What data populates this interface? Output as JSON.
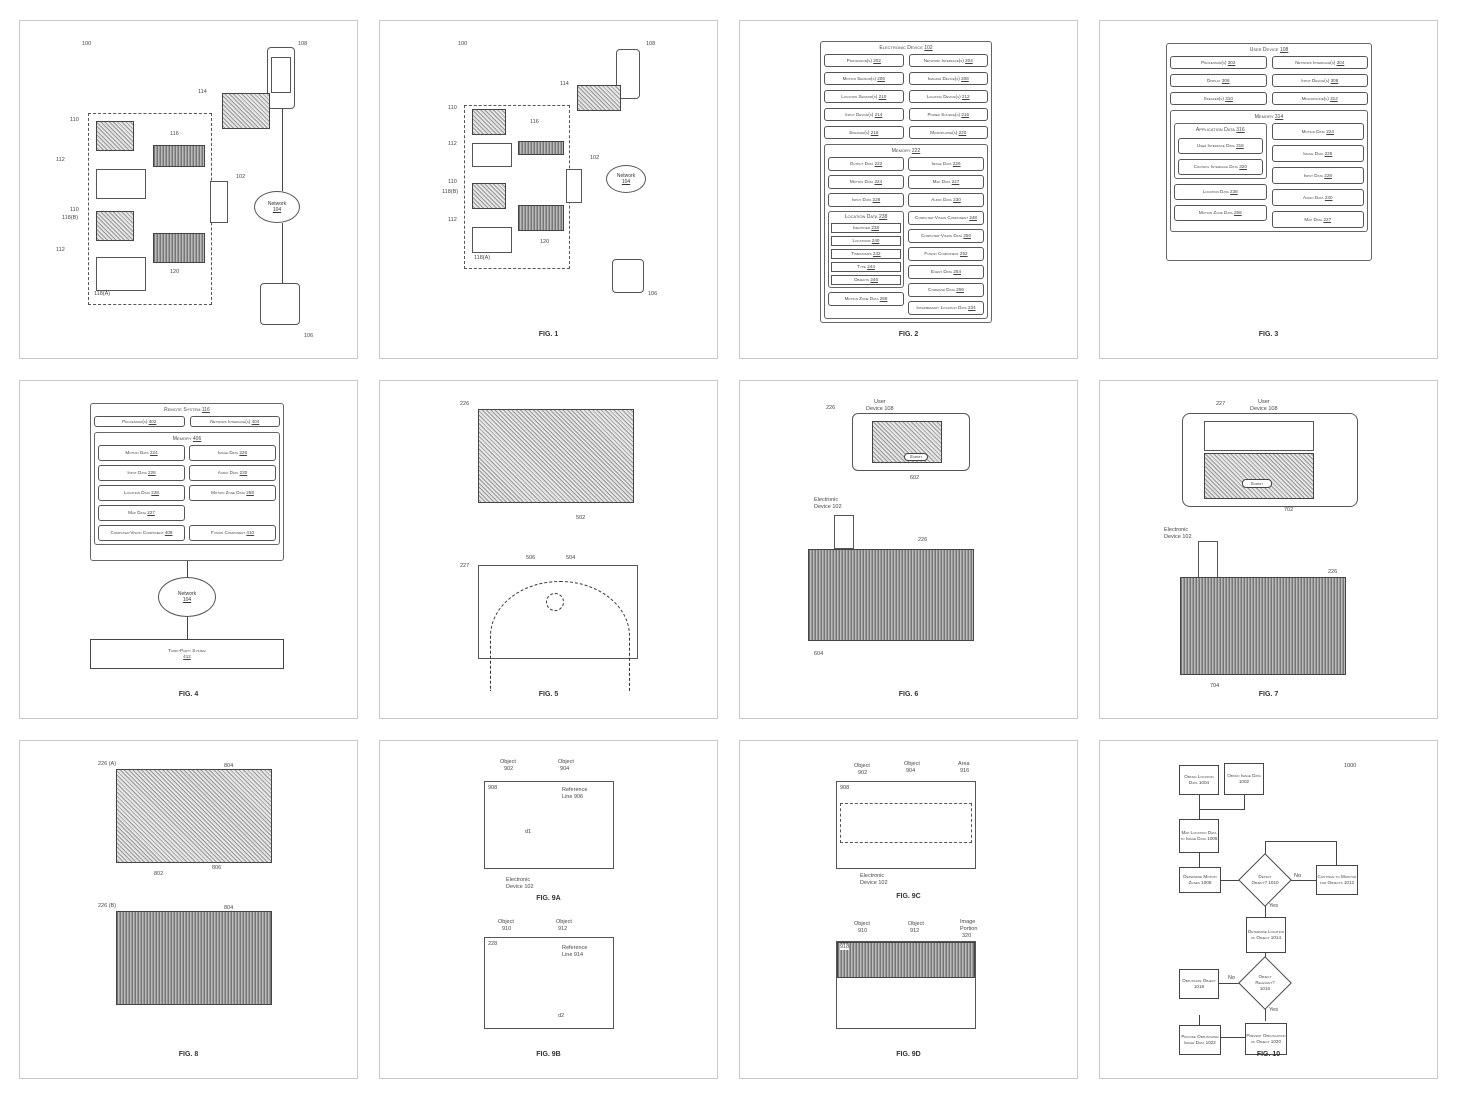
{
  "figures": {
    "fig1a": {
      "caption": "",
      "labels": [
        "100",
        "108",
        "114",
        "110",
        "116",
        "112",
        "102",
        "110",
        "118(B)",
        "Network",
        "104",
        "112",
        "118(A)",
        "120",
        "106"
      ]
    },
    "fig1": {
      "caption": "FIG. 1",
      "labels": [
        "100",
        "108",
        "114",
        "110",
        "116",
        "112",
        "102",
        "110",
        "118(B)",
        "Network",
        "104",
        "112",
        "118(A)",
        "120",
        "106"
      ]
    },
    "fig2": {
      "caption": "FIG. 2",
      "title": "Electronic Device",
      "title_num": "102",
      "components": [
        [
          "Processor(s)",
          "202"
        ],
        [
          "Network Interface(s)",
          "204"
        ],
        [
          "Motion Sensor(s)",
          "206"
        ],
        [
          "Imaging Device(s)",
          "208"
        ],
        [
          "Location Sensor(s)",
          "210"
        ],
        [
          "Lighting Device(s)",
          "212"
        ],
        [
          "Input Device(s)",
          "214"
        ],
        [
          "Power Source(s)",
          "216"
        ],
        [
          "Speaker(s)",
          "218"
        ],
        [
          "Microphone(s)",
          "220"
        ]
      ],
      "memory": "Memory",
      "memory_num": "222",
      "left": [
        [
          "Output Data",
          "222"
        ],
        [
          "Motion Data",
          "224"
        ],
        [
          "Input Data",
          "228"
        ]
      ],
      "location": "Location Data",
      "location_num": "238",
      "location_items": [
        [
          "Identifier",
          "238"
        ],
        [
          "Locations",
          "240"
        ],
        [
          "Timestamps",
          "242"
        ],
        [
          "Type",
          "244"
        ],
        [
          "Objects",
          "246"
        ]
      ],
      "left_bottom": [
        [
          "Motion Zone Data",
          "258"
        ]
      ],
      "right": [
        [
          "Image Data",
          "226"
        ],
        [
          "Map Data",
          "227"
        ],
        [
          "Audio Data",
          "230"
        ],
        [
          "Computer-Vision Component",
          "248"
        ],
        [
          "Computer-Vision Data",
          "250"
        ],
        [
          "Fusion Component",
          "252"
        ],
        [
          "Event Data",
          "254"
        ],
        [
          "Command Data",
          "256"
        ],
        [
          "Intermediary Location Data",
          "234"
        ]
      ]
    },
    "fig3": {
      "caption": "FIG. 3",
      "title": "User Device",
      "title_num": "108",
      "components": [
        [
          "Processor(s)",
          "302"
        ],
        [
          "Network Interface(s)",
          "304"
        ],
        [
          "Display",
          "306"
        ],
        [
          "Input Device(s)",
          "308"
        ],
        [
          "Speaker(s)",
          "310"
        ],
        [
          "Microphone(s)",
          "312"
        ]
      ],
      "memory": "Memory",
      "memory_num": "314",
      "app": "Application Data",
      "app_num": "316",
      "app_items": [
        [
          "User Interface Data",
          "318"
        ],
        [
          "Control Interface Data",
          "320"
        ]
      ],
      "left": [
        [
          "Location Data",
          "238"
        ],
        [
          "Motion Zone Data",
          "258"
        ]
      ],
      "right": [
        [
          "Motion Data",
          "224"
        ],
        [
          "Image Data",
          "226"
        ],
        [
          "Input Data",
          "228"
        ],
        [
          "Audio Data",
          "230"
        ],
        [
          "Map Data",
          "227"
        ]
      ]
    },
    "fig4": {
      "caption": "FIG. 4",
      "title": "Remote System",
      "title_num": "116",
      "components": [
        [
          "Processor(s)",
          "402"
        ],
        [
          "Network Interface(s)",
          "404"
        ]
      ],
      "memory": "Memory",
      "memory_num": "406",
      "items": [
        [
          "Motion Data",
          "224"
        ],
        [
          "Image Data",
          "226"
        ],
        [
          "Input Data",
          "228"
        ],
        [
          "Audio Data",
          "230"
        ],
        [
          "Location Data",
          "238"
        ],
        [
          "Motion Zone Data",
          "258"
        ],
        [
          "Map Data",
          "227"
        ],
        [
          "",
          ""
        ],
        [
          "Computer-Vision Component",
          "408"
        ],
        [
          "Fusion Component",
          "410"
        ]
      ],
      "network": "Network",
      "network_num": "104",
      "third_party": "Third-Party System",
      "third_party_num": "412"
    },
    "fig5": {
      "caption": "FIG. 5",
      "labels": [
        "226",
        "502",
        "227",
        "506",
        "504"
      ]
    },
    "fig6": {
      "caption": "FIG. 6",
      "labels": [
        "226",
        "User",
        "Device 108",
        "Submit",
        "602",
        "Electronic",
        "Device 102",
        "226",
        "604"
      ]
    },
    "fig7": {
      "caption": "FIG. 7",
      "labels": [
        "227",
        "User",
        "Device 108",
        "Submit",
        "702",
        "Electronic",
        "Device 102",
        "226",
        "704"
      ]
    },
    "fig8": {
      "caption": "FIG. 8",
      "labels": [
        "226 (A)",
        "804",
        "802",
        "806",
        "226 (B)",
        "804"
      ]
    },
    "fig9a": {
      "caption": "FIG. 9A",
      "labels": [
        "Object",
        "902",
        "Object",
        "904",
        "Reference",
        "Line 906",
        "908",
        "d1",
        "Electronic",
        "Device 102"
      ]
    },
    "fig9b": {
      "caption": "FIG. 9B",
      "labels": [
        "Object",
        "910",
        "Object",
        "912",
        "Reference",
        "Line 914",
        "228",
        "d2"
      ]
    },
    "fig9c": {
      "caption": "FIG. 9C",
      "labels": [
        "Object",
        "902",
        "Object",
        "904",
        "Area",
        "916",
        "908",
        "Electronic",
        "Device 102"
      ]
    },
    "fig9d": {
      "caption": "FIG. 9D",
      "labels": [
        "Object",
        "910",
        "Object",
        "912",
        "Image",
        "Portion",
        "320",
        "918"
      ]
    },
    "fig10": {
      "caption": "FIG. 10",
      "ref": "1000",
      "steps": {
        "s1004": "Obtain Location Data 1004",
        "s1002": "Obtain Image Data 1002",
        "s1006": "Map Location Data to Image Data 1006",
        "s1008": "Determine Motion Zones 1008",
        "s1010": "Detect Object? 1010",
        "s1012": "Continue to Monitor for Objects 1012",
        "s1014": "Determine Location of Object 1014",
        "s1016": "Object Relevant? 1016",
        "s1018": "Obfuscate Object 1018",
        "s1020": "Prevent Obfuscation of Object 1020",
        "s1022": "Provide Obfuscated Image Data 1022"
      },
      "yes": "Yes",
      "no": "No"
    }
  }
}
